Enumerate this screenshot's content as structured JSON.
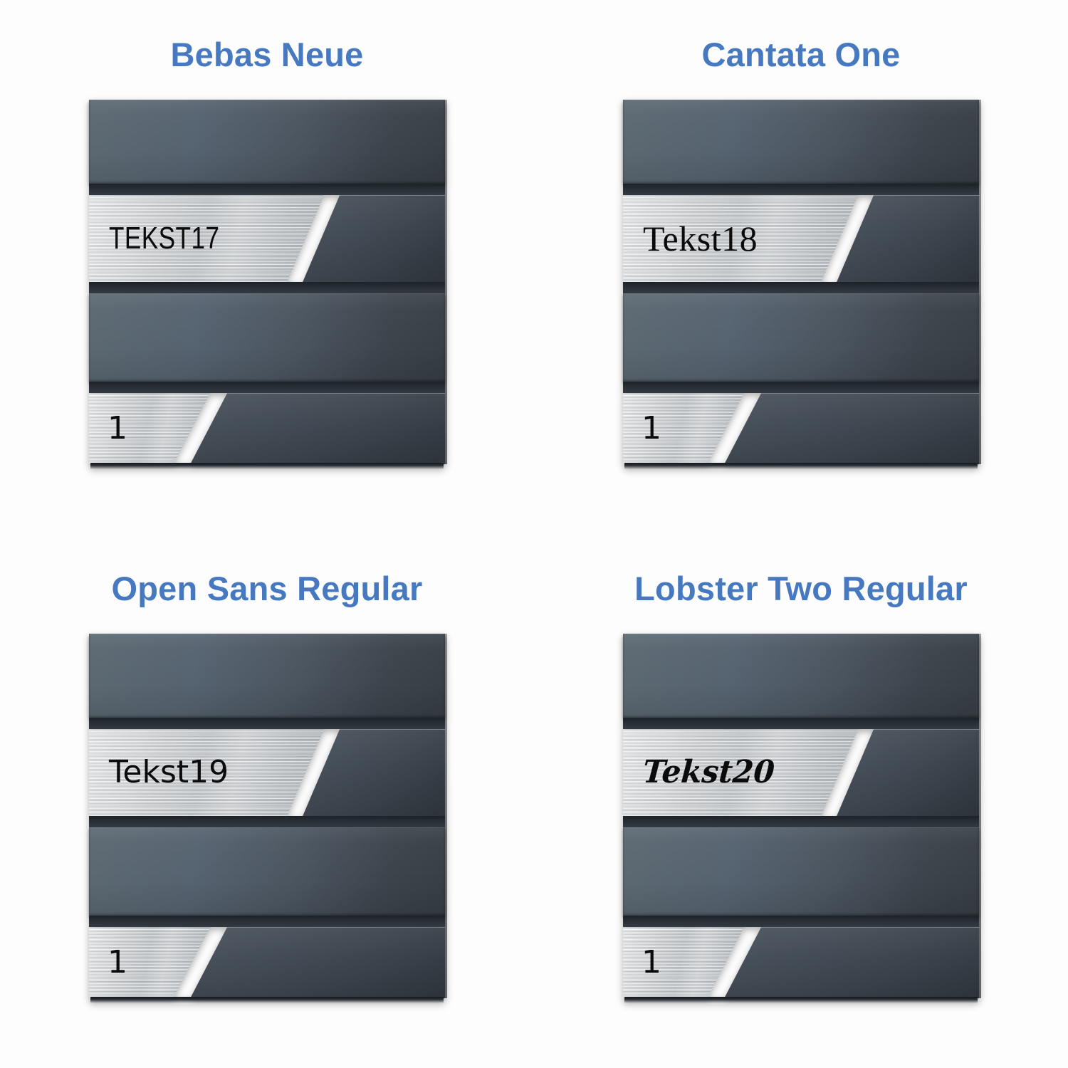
{
  "page": {
    "background_color": "#fdfdfd",
    "heading_color": "#4779c1",
    "panel_color_light": "#5c6972",
    "panel_color_dark": "#373e45",
    "plate_color": "#d2d5d7",
    "plate_text_color": "#0b0b0b",
    "layout": "2x2 grid of font previews"
  },
  "cards": [
    {
      "title": "Bebas Neue",
      "plate_text": "TEKST17",
      "number_text": "1",
      "font_key": "font-bebas"
    },
    {
      "title": "Cantata One",
      "plate_text": "Tekst18",
      "number_text": "1",
      "font_key": "font-cantata"
    },
    {
      "title": "Open Sans Regular",
      "plate_text": "Tekst19",
      "number_text": "1",
      "font_key": "font-opensans"
    },
    {
      "title": "Lobster Two Regular",
      "plate_text": "Tekst20",
      "number_text": "1",
      "font_key": "font-lobster"
    }
  ]
}
